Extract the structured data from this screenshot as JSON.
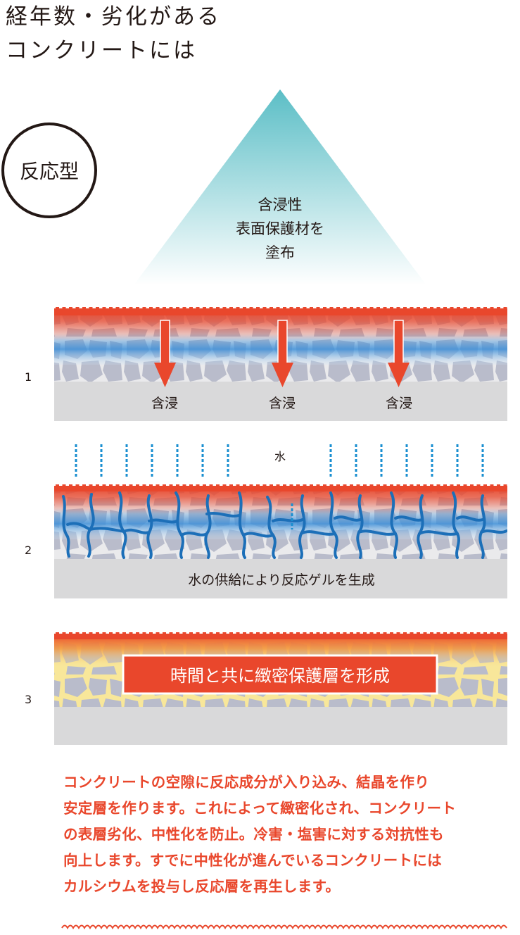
{
  "heading": {
    "line1": "経年数・劣化がある",
    "line2": "コンクリートには"
  },
  "badge": "反応型",
  "triangle": {
    "line1": "含浸性",
    "line2": "表面保護材を",
    "line3": "塗布",
    "gradient_top": "#5bbec6",
    "gradient_bottom": "#ffffff"
  },
  "panel1": {
    "number": "1",
    "arrow_labels": [
      "含浸",
      "含浸",
      "含浸"
    ]
  },
  "water_label": "水",
  "panel2": {
    "number": "2",
    "caption": "水の供給により反応ゲルを生成"
  },
  "panel3": {
    "number": "3",
    "caption": "時間と共に緻密保護層を形成"
  },
  "description": [
    "コンクリートの空隙に反応成分が入り込み、結晶を作り",
    "安定層を作ります。これによって緻密化され、コンクリート",
    "の表層劣化、中性化を防止。冷害・塩害に対する対抗性も",
    "向上します。すでに中性化が進んでいるコンクリートには",
    "カルシウムを投与し反応層を再生します。"
  ],
  "colors": {
    "accent_red": "#e9472c",
    "water_blue": "#1a8fd0",
    "crack_blue": "#1c6fb8",
    "concrete_gray": "#d9d9da",
    "stone_gray": "#b9bccb",
    "gel_yellow": "#f8e79a"
  }
}
